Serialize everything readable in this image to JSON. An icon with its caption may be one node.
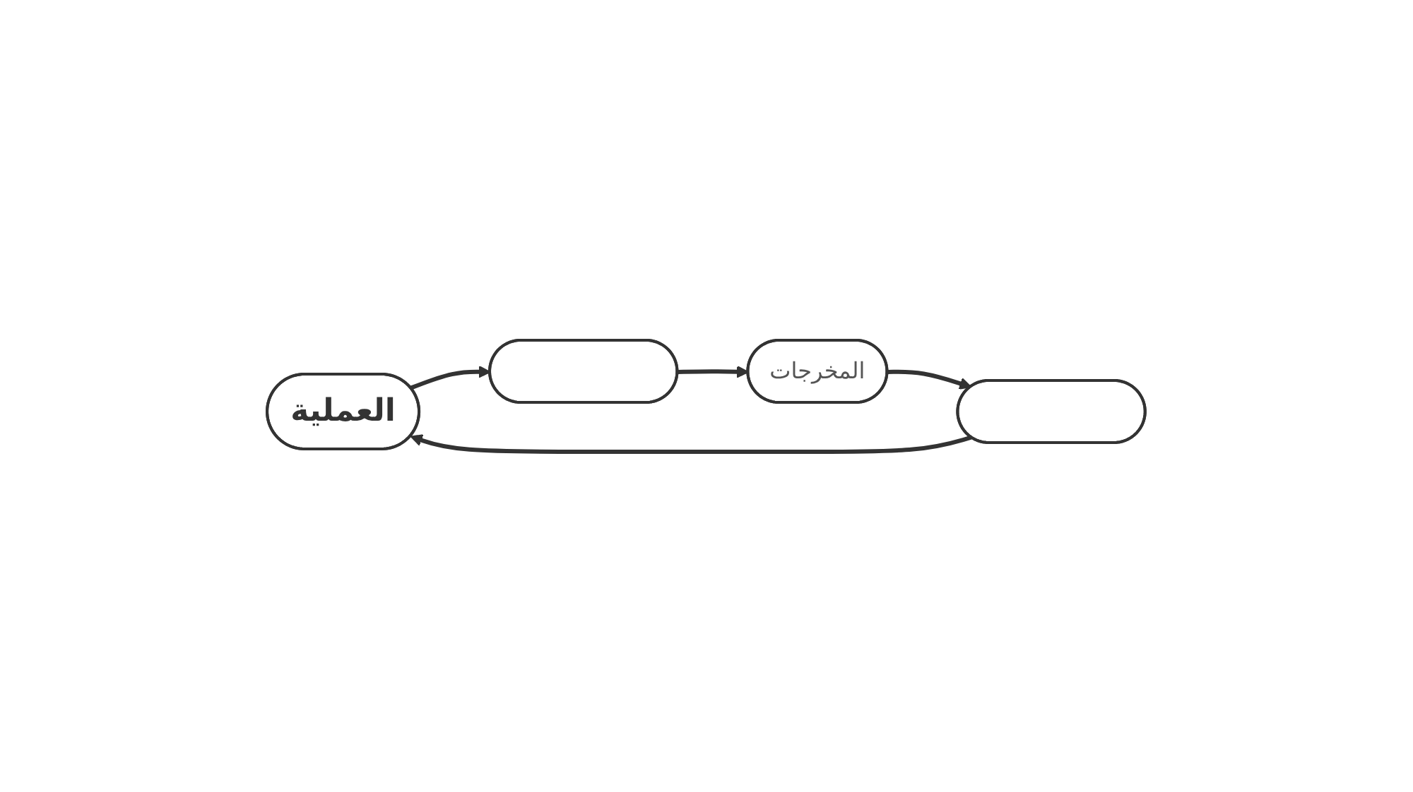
{
  "diagram": {
    "nodes": [
      {
        "text": [
          "العملية"
        ]
      },
      {
        "text": [],
        "shape": "box"
      },
      {
        "text": [],
        "shape": "box"
      },
      {
        "text": [
          "المخرجات"
        ]
      }
    ],
    "edges": [
      {
        "from": 1,
        "to": 0,
        "arrow": "to"
      },
      {
        "from": 0,
        "to": 2,
        "arrow": "to"
      },
      {
        "from": 2,
        "to": 3,
        "arrow": "to"
      },
      {
        "from": 3,
        "to": 1,
        "arrow": "to"
      }
    ]
  }
}
